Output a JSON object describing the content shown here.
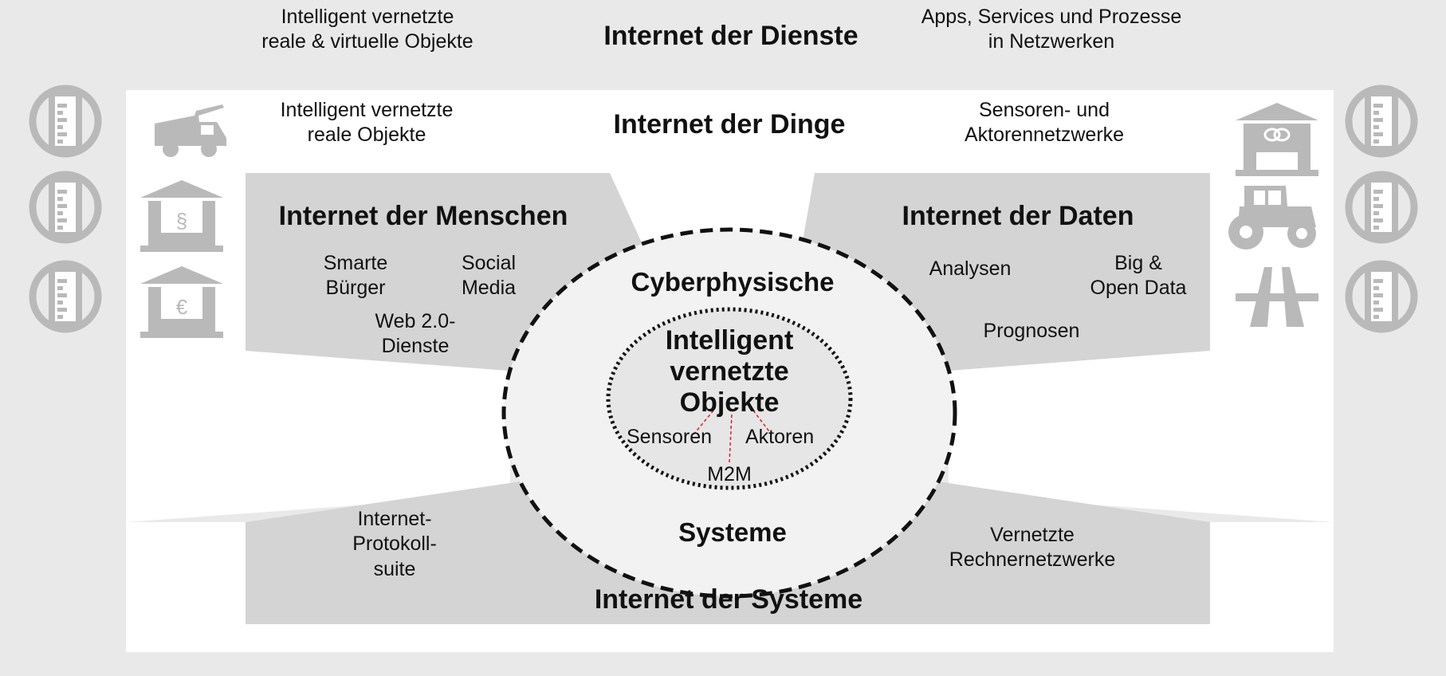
{
  "outer_layer": {
    "title": "Internet der Dienste",
    "left_text": [
      "Intelligent vernetzte",
      "reale & virtuelle Objekte"
    ],
    "right_text": [
      "Apps, Services und Prozesse",
      "in Netzwerken"
    ]
  },
  "things_layer": {
    "title": "Internet der Dinge",
    "left_text": [
      "Intelligent vernetzte",
      "reale Objekte"
    ],
    "right_text": [
      "Sensoren- und",
      "Aktorennetzwerke"
    ]
  },
  "people_panel": {
    "title": "Internet der Menschen",
    "items": [
      [
        "Smarte",
        "Bürger"
      ],
      [
        "Social",
        "Media"
      ],
      [
        "Web 2.0-",
        "Dienste"
      ]
    ]
  },
  "data_panel": {
    "title": "Internet der Daten",
    "items": [
      [
        "Analysen"
      ],
      [
        "Big &",
        "Open Data"
      ],
      [
        "Prognosen"
      ]
    ]
  },
  "systems_panel": {
    "title": "Internet der Systeme",
    "left_text": [
      "Internet-",
      "Protokoll-",
      "suite"
    ],
    "right_text": [
      "Vernetzte",
      "Rechnernetzwerke"
    ]
  },
  "cps": {
    "top": "Cyberphysische",
    "bottom": "Systeme"
  },
  "core": {
    "title": [
      "Intelligent",
      "vernetzte",
      "Objekte"
    ],
    "sensors": "Sensoren",
    "actors": "Aktoren",
    "m2m": "M2M"
  },
  "icons": {
    "left_column": [
      "phone-icon",
      "phone-icon",
      "phone-icon"
    ],
    "left_objects": [
      "fire-truck-icon",
      "court-building-icon",
      "bank-building-icon"
    ],
    "building_symbols": [
      "§",
      "€"
    ],
    "right_objects": [
      "factory-building-icon",
      "tractor-icon",
      "highway-icon"
    ],
    "right_column": [
      "phone-icon",
      "phone-icon",
      "phone-icon"
    ]
  },
  "colors": {
    "outer_band": "#e9e9e9",
    "panel": "#d4d4d4",
    "icon": "#b9b9b9",
    "connector": "#e31a1c"
  }
}
